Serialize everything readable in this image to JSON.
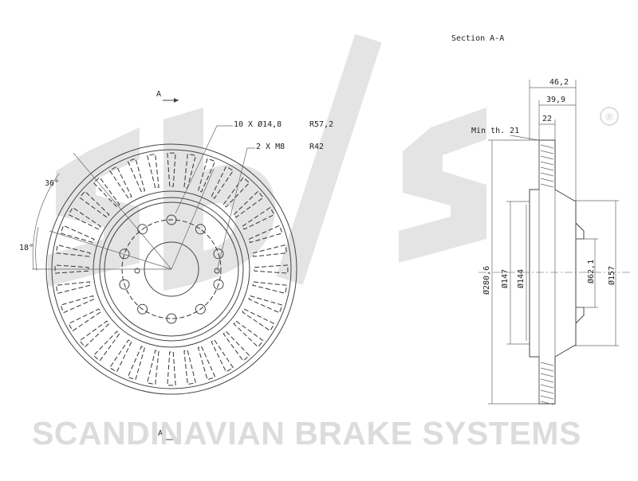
{
  "section_title": "Section A-A",
  "section_marker_top": "A",
  "section_marker_bottom": "A",
  "front_view": {
    "callout_holes": "10 X Ø14,8",
    "callout_holes_radius": "R57,2",
    "callout_threads": "2 X M8",
    "callout_threads_radius": "R42",
    "angle_a": "36°",
    "angle_b": "18°"
  },
  "section_view": {
    "min_thickness": "Min th. 21",
    "width_total": "46,2",
    "width_hat": "39,9",
    "width_disc": "22",
    "dia_outer": "Ø280,6",
    "dia_147": "Ø147",
    "dia_144": "Ø144",
    "dia_bore": "Ø62,1",
    "dia_157": "Ø157"
  },
  "brand": {
    "logo": "sbs",
    "registered_mark": "®",
    "name": "SCANDINAVIAN BRAKE SYSTEMS"
  },
  "colors": {
    "line": "#444444",
    "watermark": "#e4e4e4",
    "brand_text": "#dcdcdc"
  }
}
